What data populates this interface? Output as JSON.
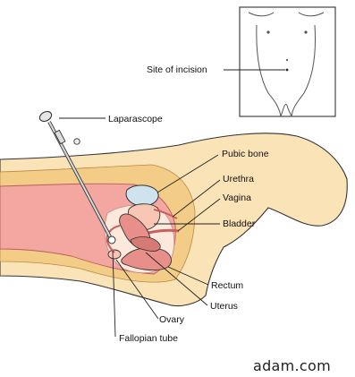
{
  "labels": {
    "site_of_incision": "Site of incision",
    "laparascope": "Laparascope",
    "pubic_bone": "Pubic bone",
    "urethra": "Urethra",
    "vagina": "Vagina",
    "bladder": "Bladder",
    "rectum": "Rectum",
    "uterus": "Uterus",
    "ovary": "Ovary",
    "fallopian_tube": "Fallopian tube"
  },
  "watermark": "adam.com",
  "colors": {
    "skin": "#fbe3b8",
    "fat": "#f3cc88",
    "tissue": "#f4a7a0",
    "organ": "#e88f8a",
    "organ_dark": "#c9605f",
    "bone": "#cfe3ee",
    "outline": "#333333"
  }
}
